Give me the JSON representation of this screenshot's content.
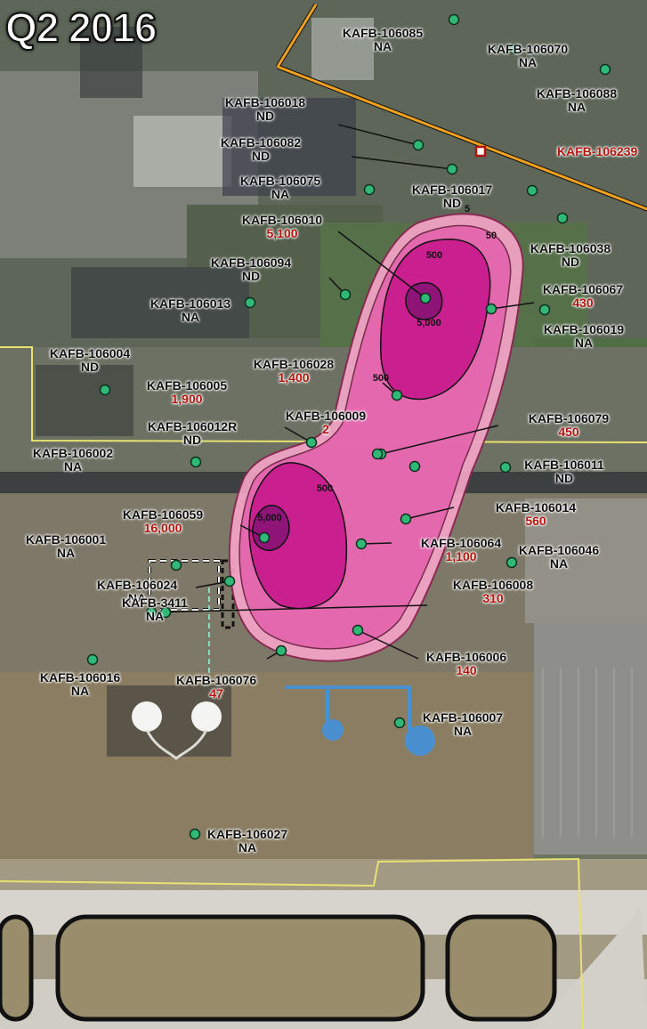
{
  "title": "Q2 2016",
  "colors": {
    "plume_outer": "#f4a4c6",
    "plume_mid": "#e463ad",
    "plume_core": "#c91f8f",
    "plume_peak": "#8e1478",
    "boundary_orange": "#f0a020",
    "boundary_yellow": "#e8e070",
    "pipeline_blue": "#4a90d0",
    "well_green": "#2fb876",
    "value_red": "#b0160f"
  },
  "contour_labels": [
    "5",
    "50",
    "500",
    "5,000",
    "500",
    "5,000",
    "500"
  ],
  "wells": [
    {
      "name": "KAFB-106085",
      "value": "NA"
    },
    {
      "name": "KAFB-106070",
      "value": "NA"
    },
    {
      "name": "KAFB-106088",
      "value": "NA"
    },
    {
      "name": "KAFB-106018",
      "value": "ND"
    },
    {
      "name": "KAFB-106082",
      "value": "ND"
    },
    {
      "name": "KAFB-106239",
      "value": ""
    },
    {
      "name": "KAFB-106075",
      "value": "NA"
    },
    {
      "name": "KAFB-106017",
      "value": "ND"
    },
    {
      "name": "KAFB-106010",
      "value": "5,100"
    },
    {
      "name": "KAFB-106038",
      "value": "ND"
    },
    {
      "name": "KAFB-106094",
      "value": "ND"
    },
    {
      "name": "KAFB-106067",
      "value": "430"
    },
    {
      "name": "KAFB-106013",
      "value": "NA"
    },
    {
      "name": "KAFB-106019",
      "value": "NA"
    },
    {
      "name": "KAFB-106004",
      "value": "ND"
    },
    {
      "name": "KAFB-106028",
      "value": "1,400"
    },
    {
      "name": "KAFB-106005",
      "value": "1,900"
    },
    {
      "name": "KAFB-106009",
      "value": "2"
    },
    {
      "name": "KAFB-106079",
      "value": "450"
    },
    {
      "name": "KAFB-106012R",
      "value": "ND"
    },
    {
      "name": "KAFB-106002",
      "value": "NA"
    },
    {
      "name": "KAFB-106011",
      "value": "ND"
    },
    {
      "name": "KAFB-106014",
      "value": "560"
    },
    {
      "name": "KAFB-106059",
      "value": "16,000"
    },
    {
      "name": "KAFB-106001",
      "value": "NA"
    },
    {
      "name": "KAFB-106064",
      "value": "1,100"
    },
    {
      "name": "KAFB-106046",
      "value": "NA"
    },
    {
      "name": "KAFB-106024",
      "value": "NA"
    },
    {
      "name": "KAFB-106008",
      "value": "310"
    },
    {
      "name": "KAFB-3411",
      "value": "NA"
    },
    {
      "name": "KAFB-106006",
      "value": "140"
    },
    {
      "name": "KAFB-106016",
      "value": "NA"
    },
    {
      "name": "KAFB-106076",
      "value": "47"
    },
    {
      "name": "KAFB-106007",
      "value": "NA"
    },
    {
      "name": "KAFB-106027",
      "value": "NA"
    }
  ]
}
